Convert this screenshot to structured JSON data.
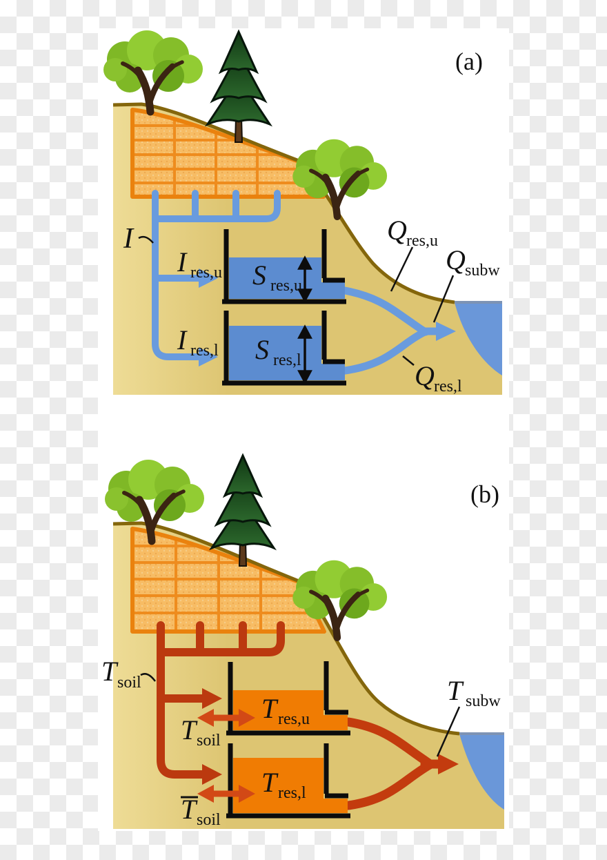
{
  "figure": {
    "panel_a": {
      "tag": "(a)",
      "infiltration": {
        "main": "I",
        "sub": ""
      },
      "inflow_upper": {
        "main": "I",
        "sub": "res,u"
      },
      "inflow_lower": {
        "main": "I",
        "sub": "res,l"
      },
      "storage_upper": {
        "main": "S",
        "sub": "res,u"
      },
      "storage_lower": {
        "main": "S",
        "sub": "res,l"
      },
      "outflow_upper": {
        "main": "Q",
        "sub": "res,u"
      },
      "outflow_subsurface": {
        "main": "Q",
        "sub": "subw"
      },
      "outflow_lower": {
        "main": "Q",
        "sub": "res,l"
      }
    },
    "panel_b": {
      "tag": "(b)",
      "soil_temperature": {
        "main": "T",
        "sub": "soil"
      },
      "reservoir_temp_upper": {
        "main": "T",
        "sub": "res,u"
      },
      "reservoir_temp_lower": {
        "main": "T",
        "sub": "res,l"
      },
      "exchange_temp_upper": {
        "main": "T",
        "sub": "soil"
      },
      "exchange_temp_lower": {
        "main": "T",
        "sub": "soil",
        "overbar": true
      },
      "subsurface_temp": {
        "main": "T",
        "sub": "subw"
      }
    },
    "colors": {
      "water_blue": "#6A97D9",
      "flow_blue": "#699BDE",
      "reservoir_blue": "#5C8CD0",
      "flow_red": "#BB390F",
      "exchange_red": "#D24916",
      "reservoir_orange": "#F07C03",
      "soil_block_fill": "#F7BC64",
      "soil_block_border": "#EA820E",
      "hillslope_tan": "#DDC572",
      "slope_line": "#84660C",
      "checker_gray": "#EBEBEB"
    }
  }
}
